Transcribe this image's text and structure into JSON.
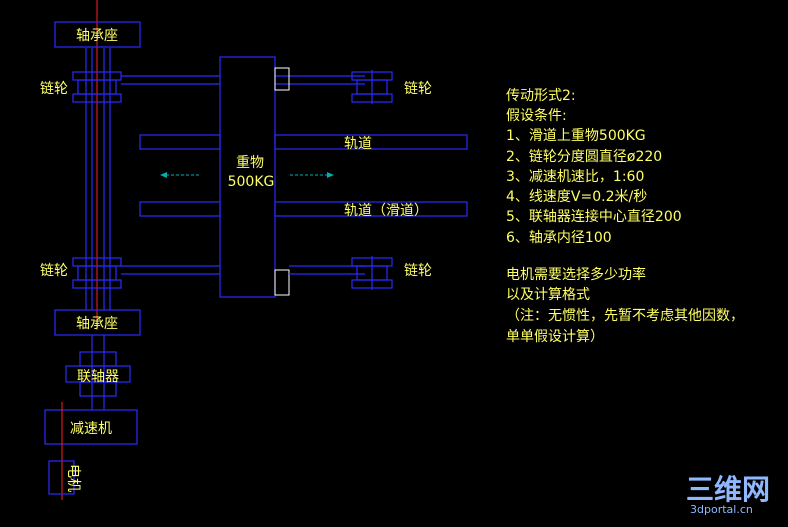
{
  "labels": {
    "bearing_top": "轴承座",
    "bearing_bottom": "轴承座",
    "sprocket_tl": "链轮",
    "sprocket_tr": "链轮",
    "sprocket_bl": "链轮",
    "sprocket_br": "链轮",
    "weight_line1": "重物",
    "weight_line2": "500KG",
    "track_top": "轨道",
    "track_bottom": "轨道（滑道）",
    "coupling": "联轴器",
    "reducer": "减速机",
    "motor": "电机"
  },
  "notes": {
    "title": "传动形式2:",
    "subtitle": "假设条件:",
    "items": [
      "1、滑道上重物500KG",
      "2、链轮分度圆直径ø220",
      "3、减速机速比，1:60",
      "4、线速度V=0.2米/秒",
      "5、联轴器连接中心直径200",
      "6、轴承内径100"
    ],
    "question_lines": [
      "电机需要选择多少功率",
      "以及计算格式",
      "（注：无惯性，先暂不考虑其他因数，",
      "单单假设计算）"
    ]
  },
  "watermark": {
    "logo": "三维网",
    "url": "3dportal.cn"
  },
  "colors": {
    "background": "#000000",
    "line_blue": "#2a2aff",
    "axis_red": "#ff2020",
    "text_yellow": "#ffff66",
    "box_white": "#ffffff",
    "arrow_cyan": "#00b0b0"
  }
}
